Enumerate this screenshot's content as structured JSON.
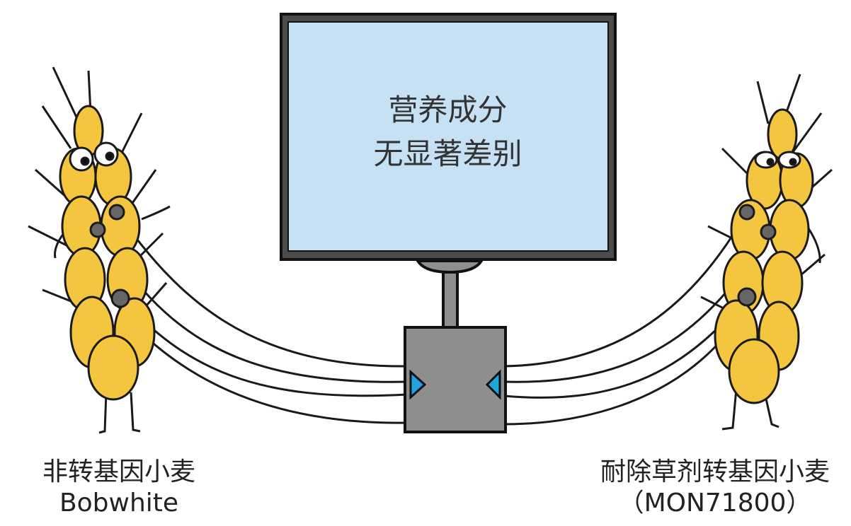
{
  "monitor": {
    "line1": "营养成分",
    "line2": "无显著差别"
  },
  "left_wheat": {
    "name": "非转基因小麦",
    "variety": "Bobwhite"
  },
  "right_wheat": {
    "name": "耐除草剂转基因小麦",
    "variety": "（MON71800）"
  },
  "colors": {
    "screen": "#c6e1f3",
    "frame": "#4b4b4b",
    "box": "#8e8e8e",
    "wheat": "#f4c640",
    "arrow": "#1fa4e0"
  }
}
